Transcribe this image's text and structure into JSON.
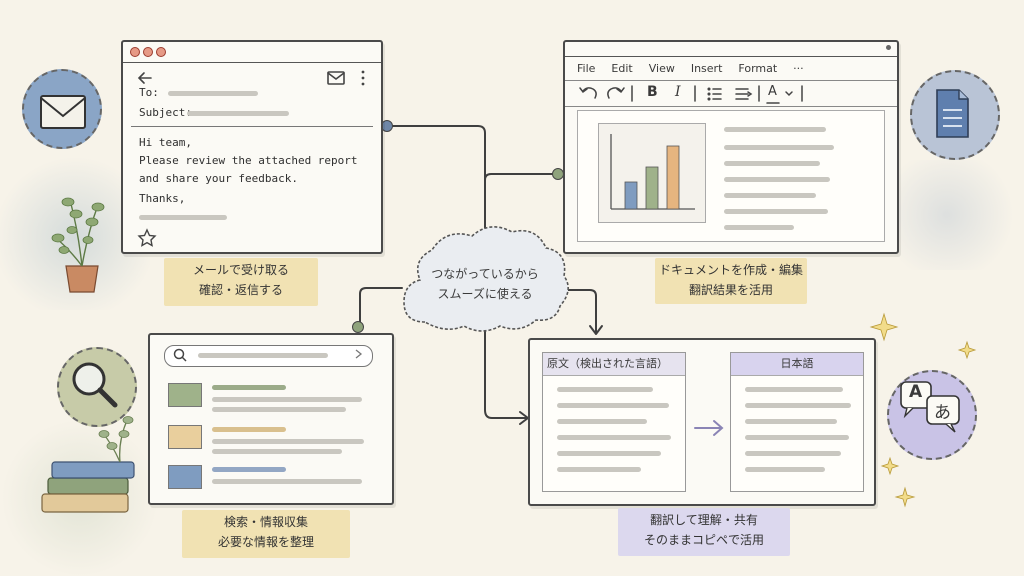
{
  "email": {
    "to_label": "To:",
    "subject_label": "Subject:",
    "body_lines": [
      "Hi team,",
      "Please review the attached report",
      "and share your feedback.",
      "Thanks,"
    ]
  },
  "doc": {
    "menu": [
      "File",
      "Edit",
      "View",
      "Insert",
      "Format",
      "···"
    ],
    "bold": "B",
    "italic": "I",
    "font_color": "A"
  },
  "cloud": {
    "lines": [
      "つながっているから",
      "スムーズに使える"
    ]
  },
  "translate": {
    "source_header": "原文（検出された言語）",
    "target_header": "日本語",
    "icon_a": "A",
    "icon_b": "あ"
  },
  "labels": {
    "email": [
      "メールで受け取る",
      "確認・返信する"
    ],
    "doc": [
      "ドキュメントを作成・編集",
      "翻訳結果を活用"
    ],
    "search": [
      "検索・情報収集",
      "必要な情報を整理"
    ],
    "translate": [
      "翻訳して理解・共有",
      "そのままコピペで活用"
    ]
  },
  "colors": {
    "blue": "#7f9cc0",
    "green": "#9fb28a",
    "tan": "#e6c98f",
    "lavender": "#c9c3e6",
    "label_yellow": "#f1e2b3",
    "label_purple": "#dcd8ee"
  }
}
